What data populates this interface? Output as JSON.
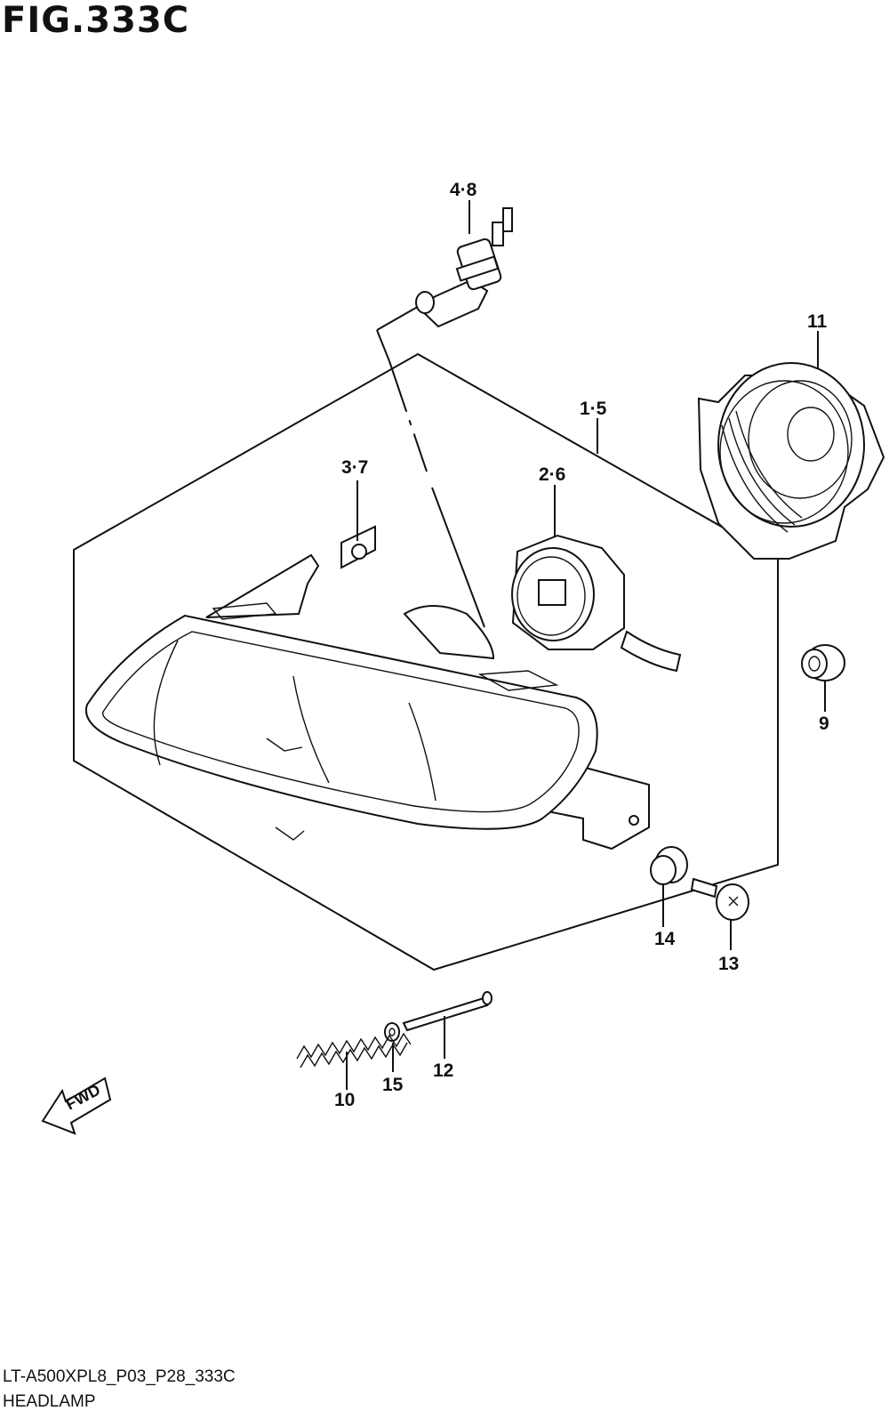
{
  "figure": {
    "title": "FIG.333C"
  },
  "callouts": {
    "c48": "4·8",
    "c11": "11",
    "c15": "1·5",
    "c26": "2·6",
    "c37": "3·7",
    "c9": "9",
    "c14": "14",
    "c13": "13",
    "c12": "12",
    "c10": "10",
    "c15b": "15"
  },
  "fwd_arrow": {
    "label": "FWD"
  },
  "footer": {
    "code": "LT-A500XPL8_P03_P28_333C",
    "name": "HEADLAMP"
  }
}
